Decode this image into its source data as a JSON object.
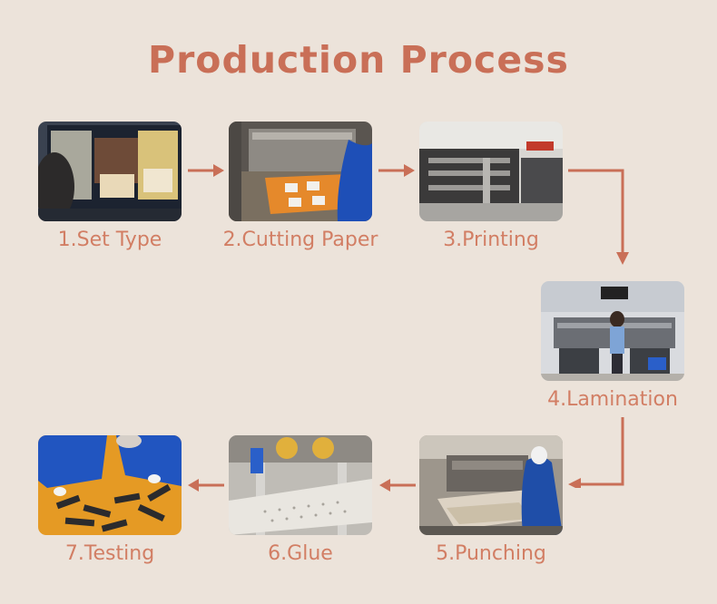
{
  "title": "Production Process",
  "steps": [
    {
      "label": "1.Set Type"
    },
    {
      "label": "2.Cutting Paper"
    },
    {
      "label": "3.Printing"
    },
    {
      "label": "4.Lamination"
    },
    {
      "label": "5.Punching"
    },
    {
      "label": "6.Glue"
    },
    {
      "label": "7.Testing"
    }
  ],
  "colors": {
    "background": "#ece3da",
    "accent": "#c96f57",
    "caption": "#d27e64"
  }
}
